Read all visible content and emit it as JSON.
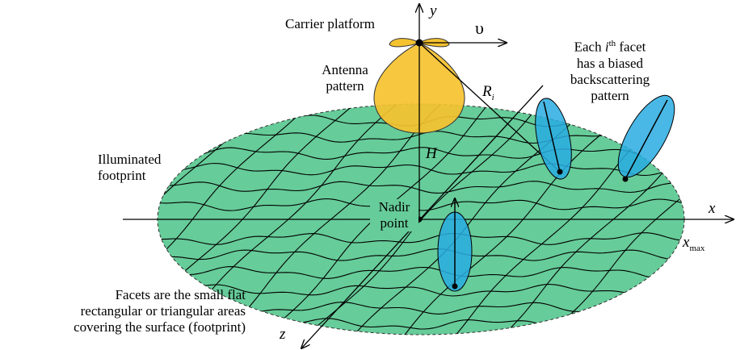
{
  "labels": {
    "carrier_platform": "Carrier platform",
    "velocity_symbol": "υ",
    "y_axis": "y",
    "x_axis": "x",
    "z_axis": "z",
    "x_max_base": "x",
    "x_max_sub": "max",
    "antenna_line1": "Antenna",
    "antenna_line2": "pattern",
    "range_base": "R",
    "range_sub": "i",
    "height": "H",
    "footprint_line1": "Illuminated",
    "footprint_line2": "footprint",
    "nadir_line1": "Nadir",
    "nadir_line2": "point",
    "facet_line1_pre": "Each ",
    "facet_line1_i": "i",
    "facet_line1_sup": "th",
    "facet_line1_post": " facet",
    "facet_line2": "has a biased",
    "facet_line3": "backscattering",
    "facet_line4": "pattern",
    "facets_def_line1": "Facets are the small flat",
    "facets_def_line2": "rectangular or triangular areas",
    "facets_def_line3": "covering the surface (footprint)"
  },
  "colors": {
    "footprint_fill": "#66cc99",
    "antenna_fill": "#f5c22f",
    "facet_fill": "#29abe2",
    "line": "#000000"
  }
}
